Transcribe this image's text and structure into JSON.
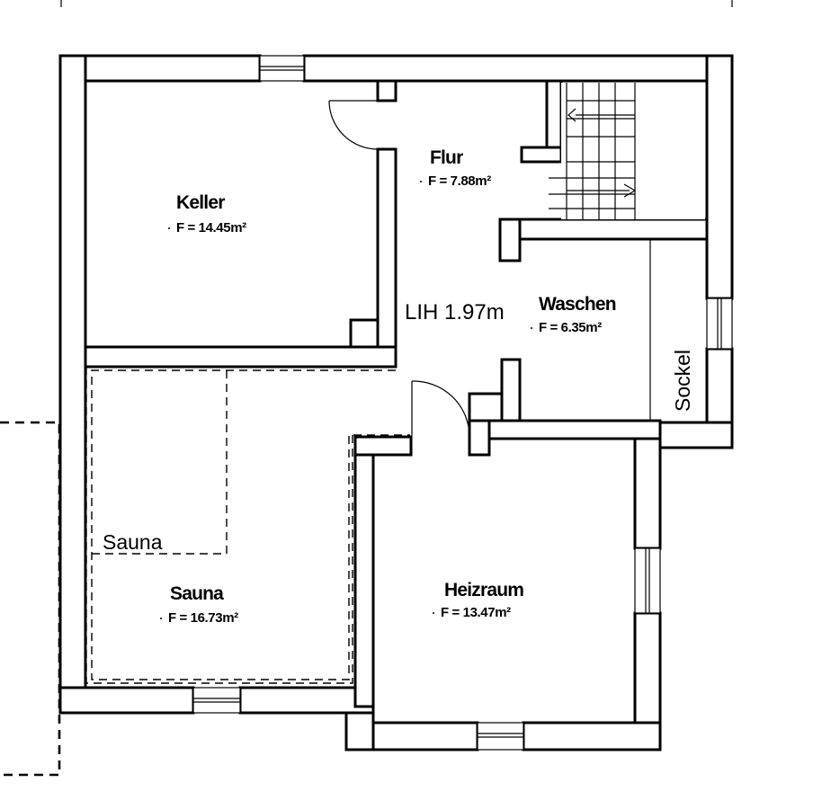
{
  "rooms": {
    "keller": {
      "name": "Keller",
      "area": "F =  14.45m²"
    },
    "flur": {
      "name": "Flur",
      "area": "F =  7.88m²"
    },
    "waschen": {
      "name": "Waschen",
      "area": "F =  6.35m²"
    },
    "sauna": {
      "name": "Sauna",
      "area": "F =  16.73m²"
    },
    "heizraum": {
      "name": "Heizraum",
      "area": "F =  13.47m²"
    }
  },
  "labels": {
    "lih": "LIH 1.97m",
    "sauna_cabin": "Sauna",
    "sockel": "Sockel"
  }
}
